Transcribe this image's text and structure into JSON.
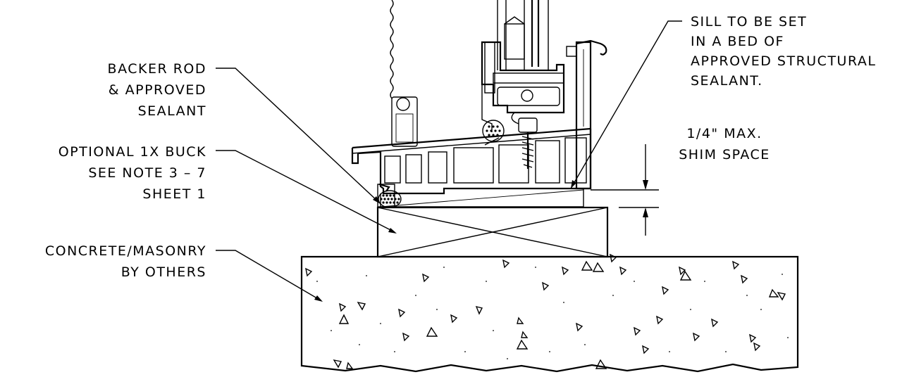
{
  "labels": {
    "sill_note": [
      "SILL TO BE SET",
      "IN A BED OF",
      "APPROVED STRUCTURAL",
      "SEALANT."
    ],
    "backer_rod": [
      "BACKER ROD",
      "& APPROVED",
      "SEALANT"
    ],
    "buck": [
      "OPTIONAL 1X BUCK",
      "SEE NOTE 3 – 7",
      "SHEET 1"
    ],
    "shim": [
      "1/4\" MAX.",
      "SHIM SPACE"
    ],
    "concrete": [
      "CONCRETE/MASONRY",
      "BY OTHERS"
    ]
  }
}
